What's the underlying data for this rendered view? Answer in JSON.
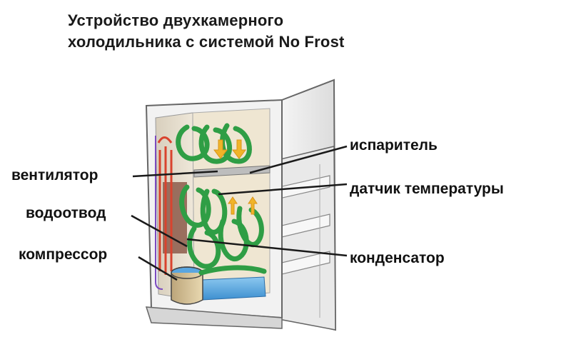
{
  "title": {
    "line1": "Устройство двухкамерного",
    "line2": "холодильника с системой No Frost"
  },
  "labels": {
    "evaporator": "испаритель",
    "fan": "вентилятор",
    "temp_sensor": "датчик температуры",
    "drain": "водоотвод",
    "compressor": "компрессор",
    "condenser": "конденсатор"
  },
  "colors": {
    "airflow": "#2f9e45",
    "hot_pipe": "#d9432e",
    "cold_arrow": "#f0b429",
    "cabinet_outline": "#6b6b6b",
    "tray": "#4fa3e0"
  }
}
